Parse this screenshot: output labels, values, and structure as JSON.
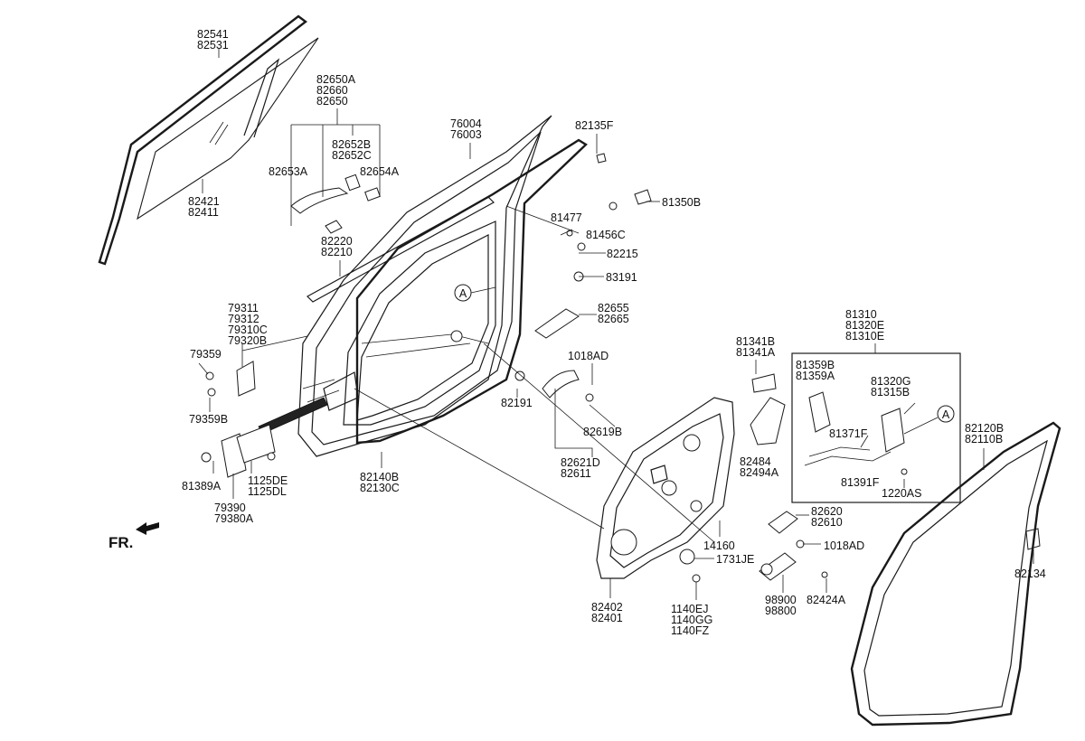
{
  "diagram": {
    "callouts": [
      {
        "id": "c1",
        "lines": [
          "82541",
          "82531"
        ]
      },
      {
        "id": "c2",
        "lines": [
          "82421",
          "82411"
        ]
      },
      {
        "id": "c3",
        "lines": [
          "82650A",
          "82660",
          "82650"
        ]
      },
      {
        "id": "c4",
        "lines": [
          "82652B",
          "82652C"
        ]
      },
      {
        "id": "c5",
        "lines": [
          "82653A"
        ]
      },
      {
        "id": "c6",
        "lines": [
          "82654A"
        ]
      },
      {
        "id": "c7",
        "lines": [
          "76004",
          "76003"
        ]
      },
      {
        "id": "c8",
        "lines": [
          "82135F"
        ]
      },
      {
        "id": "c9",
        "lines": [
          "81350B"
        ]
      },
      {
        "id": "c10",
        "lines": [
          "81477"
        ]
      },
      {
        "id": "c11",
        "lines": [
          "81456C"
        ]
      },
      {
        "id": "c12",
        "lines": [
          "82215"
        ]
      },
      {
        "id": "c13",
        "lines": [
          "82220",
          "82210"
        ]
      },
      {
        "id": "c14",
        "lines": [
          "83191"
        ]
      },
      {
        "id": "c15",
        "lines": [
          "82655",
          "82665"
        ]
      },
      {
        "id": "c16",
        "lines": [
          "79311",
          "79312",
          "79310C",
          "79320B"
        ]
      },
      {
        "id": "c17",
        "lines": [
          "79359"
        ]
      },
      {
        "id": "c18",
        "lines": [
          "79359B"
        ]
      },
      {
        "id": "c19",
        "lines": [
          "1018AD"
        ]
      },
      {
        "id": "c20",
        "lines": [
          "82191"
        ]
      },
      {
        "id": "c21",
        "lines": [
          "82619B"
        ]
      },
      {
        "id": "c22",
        "lines": [
          "82621D",
          "82611"
        ]
      },
      {
        "id": "c23",
        "lines": [
          "81341B",
          "81341A"
        ]
      },
      {
        "id": "c24",
        "lines": [
          "81310",
          "81320E",
          "81310E"
        ]
      },
      {
        "id": "c25",
        "lines": [
          "81359B",
          "81359A"
        ]
      },
      {
        "id": "c26",
        "lines": [
          "81320G",
          "81315B"
        ]
      },
      {
        "id": "c27",
        "lines": [
          "81371F"
        ]
      },
      {
        "id": "c28",
        "lines": [
          "81391F"
        ]
      },
      {
        "id": "c29",
        "lines": [
          "1220AS"
        ]
      },
      {
        "id": "c30",
        "lines": [
          "82484",
          "82494A"
        ]
      },
      {
        "id": "c31",
        "lines": [
          "82120B",
          "82110B"
        ]
      },
      {
        "id": "c32",
        "lines": [
          "81389A"
        ]
      },
      {
        "id": "c33",
        "lines": [
          "1125DE",
          "1125DL"
        ]
      },
      {
        "id": "c34",
        "lines": [
          "79390",
          "79380A"
        ]
      },
      {
        "id": "c35",
        "lines": [
          "82140B",
          "82130C"
        ]
      },
      {
        "id": "c36",
        "lines": [
          "82620",
          "82610"
        ]
      },
      {
        "id": "c37",
        "lines": [
          "1018AD"
        ]
      },
      {
        "id": "c38",
        "lines": [
          "14160"
        ]
      },
      {
        "id": "c39",
        "lines": [
          "1731JE"
        ]
      },
      {
        "id": "c40",
        "lines": [
          "82402",
          "82401"
        ]
      },
      {
        "id": "c41",
        "lines": [
          "1140EJ",
          "1140GG",
          "1140FZ"
        ]
      },
      {
        "id": "c42",
        "lines": [
          "98900",
          "98800"
        ]
      },
      {
        "id": "c43",
        "lines": [
          "82424A"
        ]
      },
      {
        "id": "c44",
        "lines": [
          "82134"
        ]
      }
    ],
    "ref_marker": "A",
    "fr_label": "FR."
  }
}
